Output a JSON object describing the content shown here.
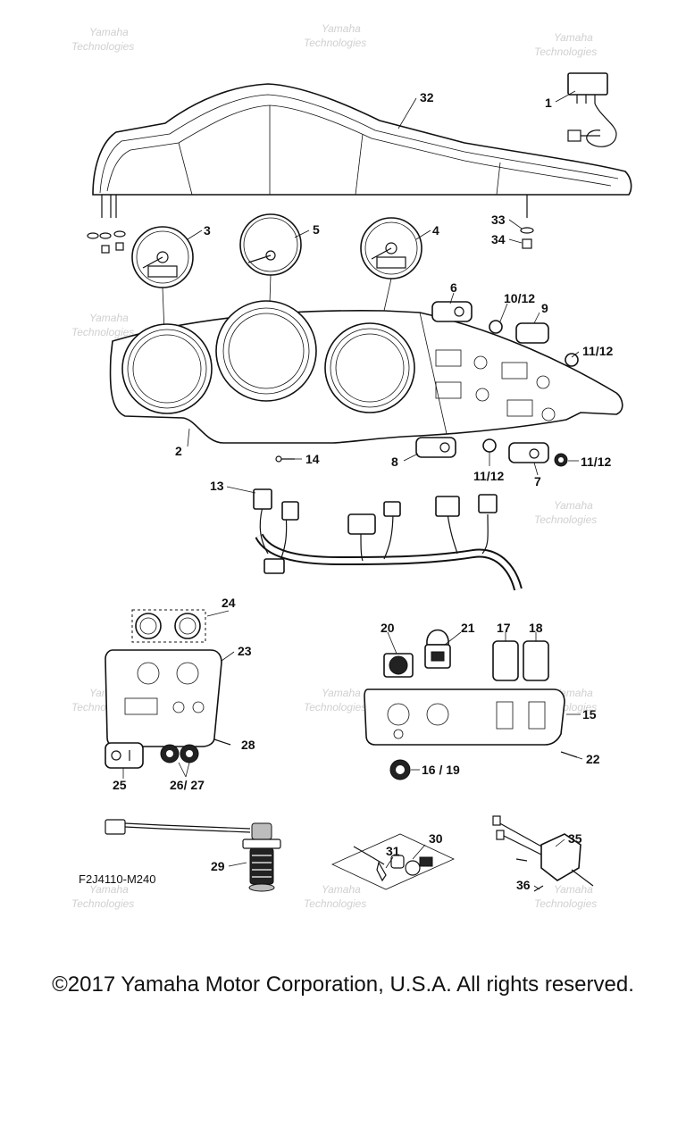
{
  "diagram": {
    "code": "F2J4110-M240",
    "copyright": "©2017 Yamaha Motor Corporation, U.S.A. All rights reserved.",
    "watermark_line1": "Yamaha",
    "watermark_line2": "Technologies",
    "callouts": {
      "c1": "1",
      "c2": "2",
      "c3": "3",
      "c4": "4",
      "c5": "5",
      "c6": "6",
      "c7": "7",
      "c8": "8",
      "c9": "9",
      "c10_12": "10/12",
      "c11_12_a": "11/12",
      "c11_12_b": "11/12",
      "c11_12_c": "11/12",
      "c13": "13",
      "c14": "14",
      "c15": "15",
      "c16_19": "16 / 19",
      "c17": "17",
      "c18": "18",
      "c20": "20",
      "c21": "21",
      "c22": "22",
      "c23": "23",
      "c24": "24",
      "c25": "25",
      "c26_27": "26/ 27",
      "c28": "28",
      "c29": "29",
      "c30": "30",
      "c31": "31",
      "c32": "32",
      "c33": "33",
      "c34": "34",
      "c35": "35",
      "c36": "36"
    }
  }
}
